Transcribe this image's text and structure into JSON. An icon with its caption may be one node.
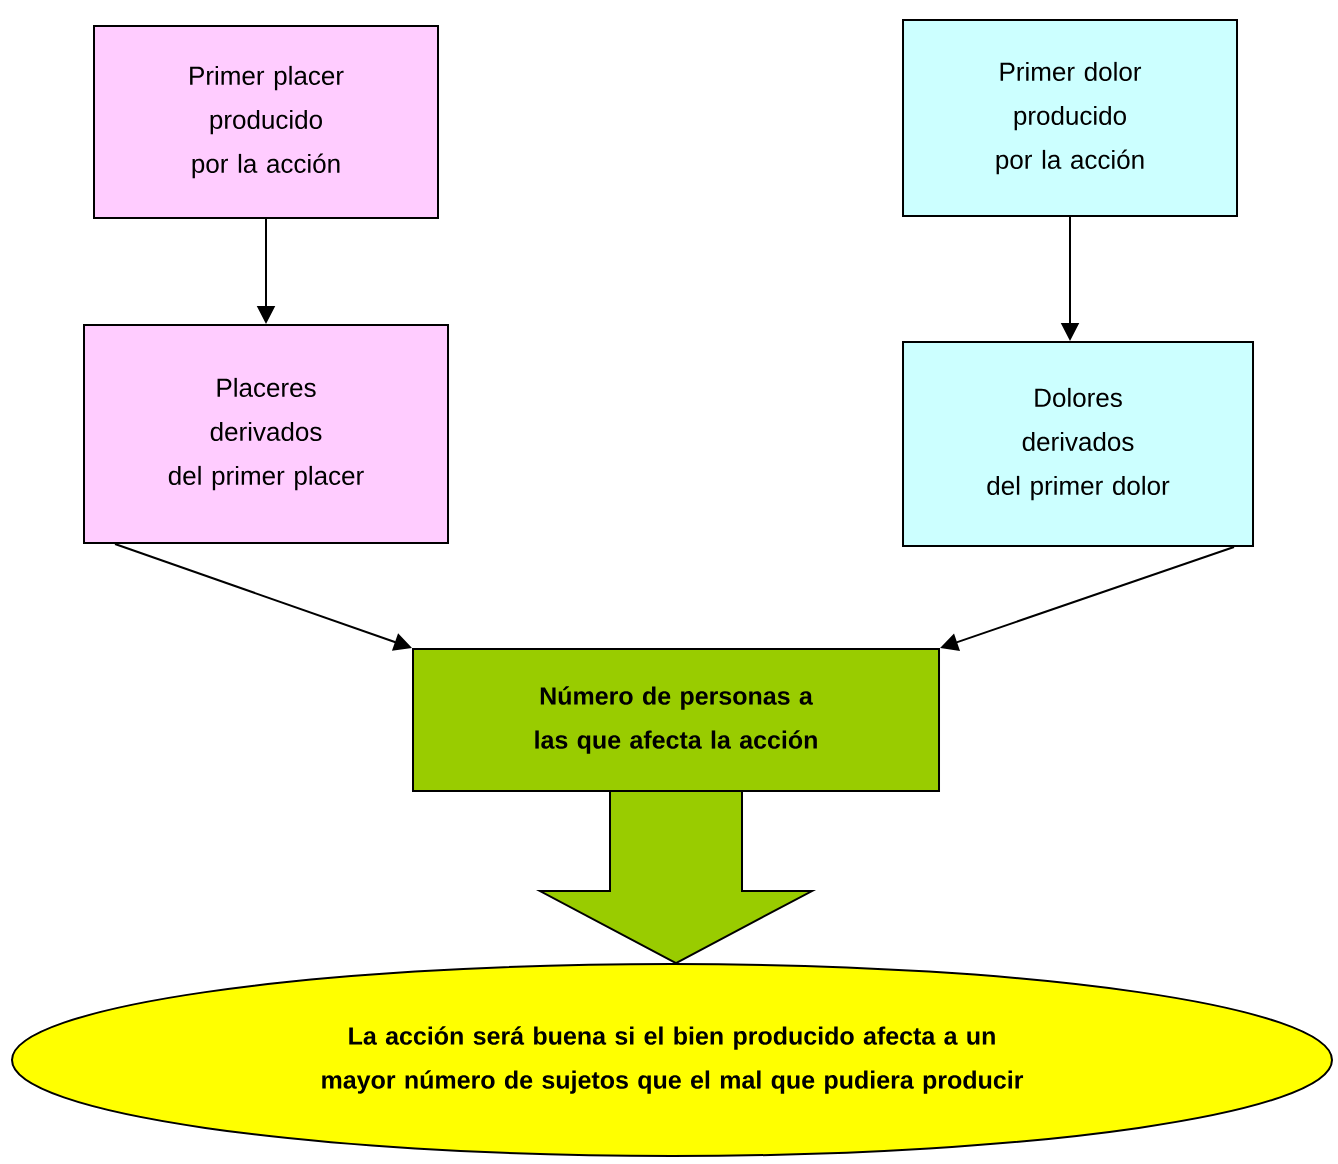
{
  "diagram": {
    "nodes": [
      {
        "text": [
          "Primer placer producido por la acción"
        ]
      },
      {
        "text": [
          "Placeres derivados del primer placer"
        ]
      },
      {
        "text": [
          "Primer dolor producido por la acción"
        ]
      },
      {
        "text": [
          "Dolores derivados del primer dolor"
        ]
      },
      {
        "text": [
          "Número de personas a las que afecta la acción"
        ]
      },
      {
        "text": [
          "La acción será buena si el bien producido afecta a un mayor número de sujetos que el mal que pudiera producir"
        ]
      }
    ],
    "edges": [
      {
        "from": 0,
        "to": 1,
        "arrow": "to"
      },
      {
        "from": 2,
        "to": 3,
        "arrow": "to"
      },
      {
        "from": 1,
        "to": 4,
        "arrow": "to"
      },
      {
        "from": 3,
        "to": 4,
        "arrow": "to"
      },
      {
        "from": 4,
        "to": 5,
        "arrow": "to",
        "color": "#99cc00"
      }
    ]
  }
}
